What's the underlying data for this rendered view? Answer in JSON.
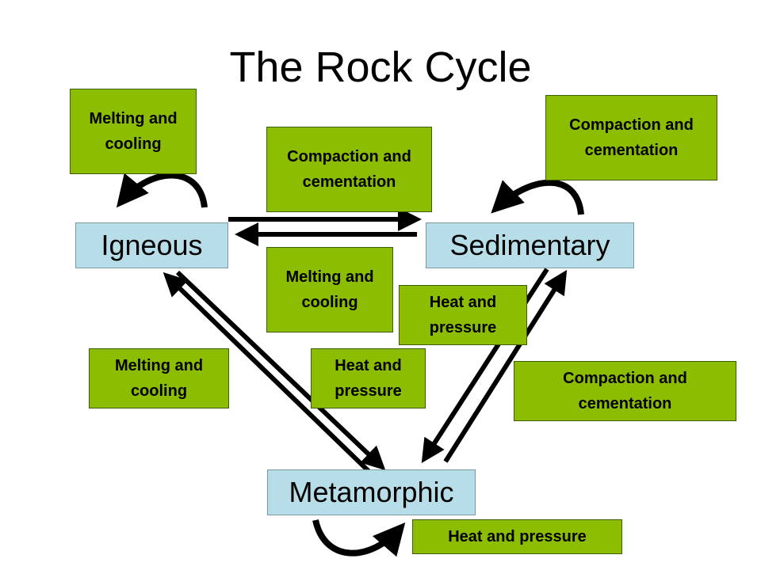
{
  "title": "The Rock Cycle",
  "colors": {
    "rock_box": "#b7dde8",
    "process_box": "#8cbd00",
    "arrow": "#000000"
  },
  "rocks": {
    "igneous": "Igneous",
    "sedimentary": "Sedimentary",
    "metamorphic": "Metamorphic"
  },
  "processes": {
    "igneous_loop": "Melting and cooling",
    "sedimentary_loop": "Compaction and cementation",
    "metamorphic_loop": "Heat and pressure",
    "ig_to_sed": "Compaction and cementation",
    "sed_to_ig": "Melting and cooling",
    "sed_to_met": "Heat and pressure",
    "met_to_sed": "Compaction and cementation",
    "met_to_ig": "Melting and cooling",
    "ig_to_met": "Heat and pressure"
  }
}
